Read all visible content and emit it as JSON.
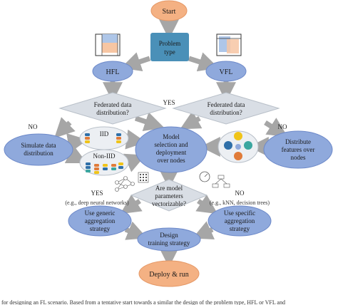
{
  "nodes": {
    "start": "Start",
    "problem_type": [
      "Problem",
      "type"
    ],
    "hfl": "HFL",
    "vfl": "VFL",
    "fed_left": [
      "Federated data",
      "distribution?"
    ],
    "fed_right": [
      "Federated data",
      "distribution?"
    ],
    "simulate": [
      "Simulate data",
      "distribution"
    ],
    "iid": "IID",
    "non_iid": "Non-IID",
    "model_sel": [
      "Model",
      "selection and",
      "deployment",
      "over nodes"
    ],
    "distribute": [
      "Distribute",
      "features over",
      "nodes"
    ],
    "vectorizable": [
      "Are model",
      "parameters",
      "vectorizable?"
    ],
    "generic": [
      "Use generic",
      "aggregation",
      "strategy"
    ],
    "specific": [
      "Use specific",
      "aggregation",
      "strategy"
    ],
    "design": [
      "Design",
      "training strategy"
    ],
    "deploy": "Deploy & run"
  },
  "edge_labels": {
    "yes_top": "YES",
    "no_left": "NO",
    "no_right": "NO",
    "yes_mid": "YES",
    "yes_mid_note": "(e.g., deep neural networks)",
    "no_mid": "NO",
    "no_mid_note": "(e.g., kNN, decision trees)"
  },
  "caption": "for designing an FL scenario. Based from a tentative start towards a similar the design of the problem type, HFL or VFL and",
  "colors": {
    "orange": "#f4b183",
    "orange_stroke": "#e59866",
    "blue": "#8fa9dc",
    "blue_stroke": "#6d89c9",
    "teal": "#4a90b8",
    "diamond": "#d9dee5",
    "diamond_stroke": "#b9c0c9",
    "arrow": "#a6a6a6",
    "disk_blue": "#2f6fa8",
    "disk_orange": "#e07b39",
    "disk_yellow": "#f0c419",
    "disk_teal": "#3aa6a0"
  },
  "icons": [
    "hfl-partition-icon",
    "vfl-partition-icon",
    "database-stack-icon",
    "neural-network-icon",
    "matrix-icon",
    "gauge-icon",
    "tree-structure-icon"
  ]
}
